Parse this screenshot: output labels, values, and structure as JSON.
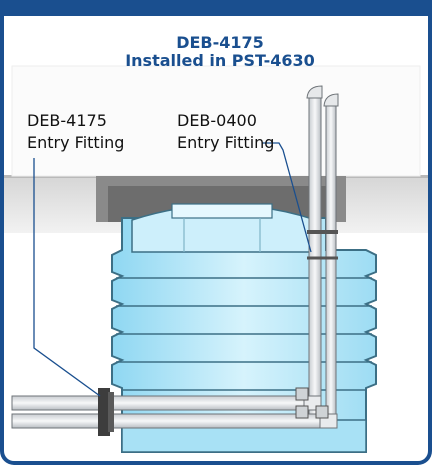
{
  "header": {
    "title": "DEB-4175",
    "subtitle": "Installed in PST-4630"
  },
  "labels": {
    "left": {
      "line1": "DEB-4175",
      "line2": "Entry Fitting"
    },
    "right": {
      "line1": "DEB-0400",
      "line2": "Entry Fitting"
    }
  },
  "colors": {
    "accent": "#1a4f8f",
    "tank_fill": "#bfe9f8",
    "tank_stroke": "#3c6f85",
    "pipe_fill": "#eef0f2",
    "frame_gray": "#7d7d7d"
  }
}
